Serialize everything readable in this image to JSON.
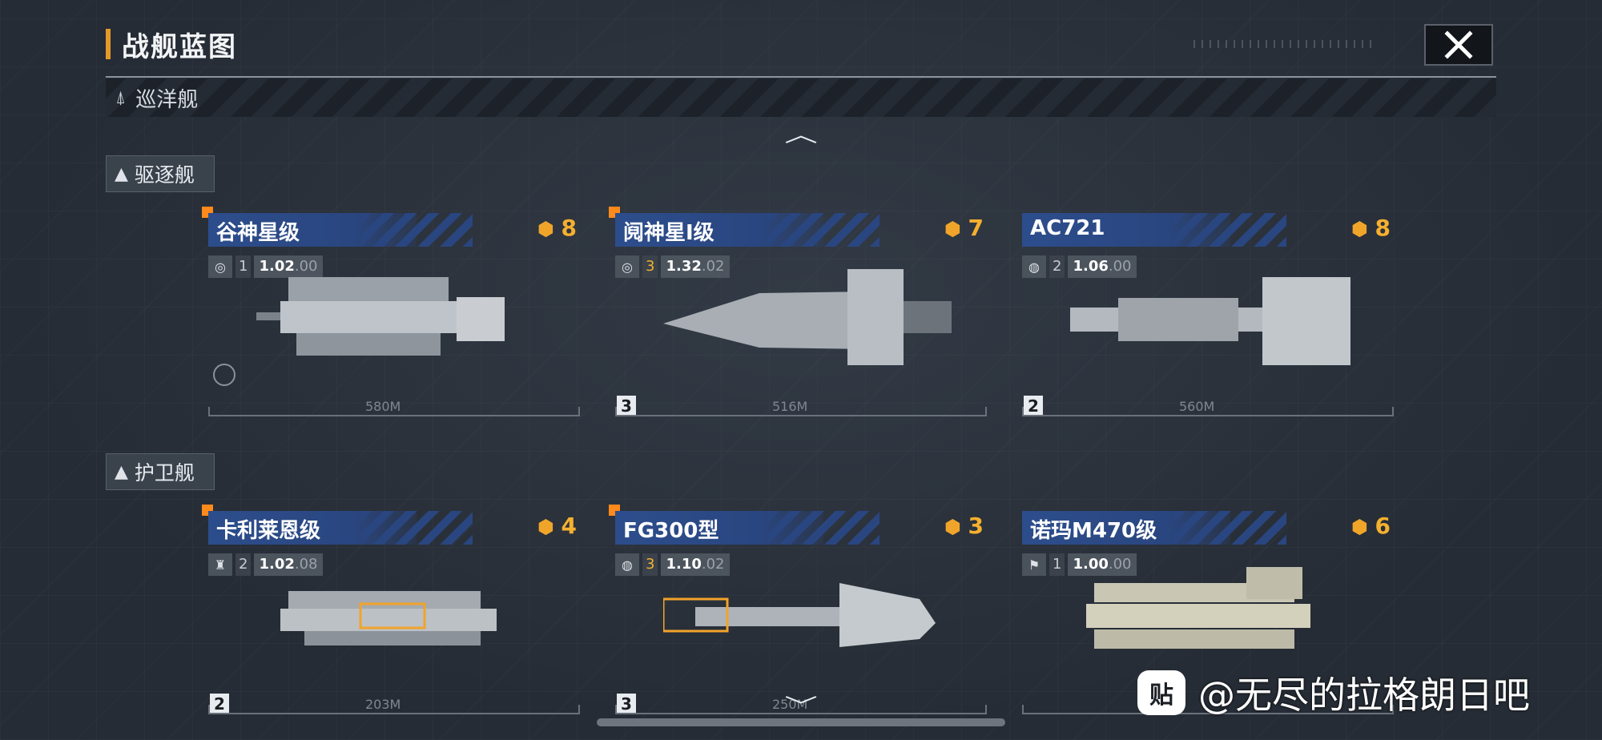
{
  "header": {
    "title": "战舰蓝图"
  },
  "subbar": {
    "label": "巡洋舰"
  },
  "sections": [
    {
      "label": "驱逐舰"
    },
    {
      "label": "护卫舰"
    }
  ],
  "cards": [
    {
      "name": "谷神星级",
      "level": "8",
      "count_n": "1",
      "stat_main": "1.02",
      "stat_sub": ".00",
      "length": "580M",
      "fleet": ""
    },
    {
      "name": "阋神星I级",
      "level": "7",
      "count_n": "3",
      "stat_main": "1.32",
      "stat_sub": ".02",
      "length": "516M",
      "fleet": "3"
    },
    {
      "name": "AC721",
      "level": "8",
      "count_n": "2",
      "stat_main": "1.06",
      "stat_sub": ".00",
      "length": "560M",
      "fleet": "2"
    },
    {
      "name": "卡利莱恩级",
      "level": "4",
      "count_n": "2",
      "stat_main": "1.02",
      "stat_sub": ".08",
      "length": "203M",
      "fleet": "2"
    },
    {
      "name": "FG300型",
      "level": "3",
      "count_n": "3",
      "stat_main": "1.10",
      "stat_sub": ".02",
      "length": "250M",
      "fleet": "3"
    },
    {
      "name": "诺玛M470级",
      "level": "6",
      "count_n": "1",
      "stat_main": "1.00",
      "stat_sub": ".00",
      "length": "",
      "fleet": ""
    }
  ],
  "watermark": {
    "logo": "贴",
    "text": "@无尽的拉格朗日吧"
  },
  "icons": {
    "close": "close-icon",
    "up": "chevron-up-icon",
    "down": "chevron-down-icon"
  },
  "colors": {
    "accent": "#e39a2a",
    "level": "#f5b02f",
    "namebar": "#2c4d8c",
    "marker": "#ff8a1c"
  }
}
